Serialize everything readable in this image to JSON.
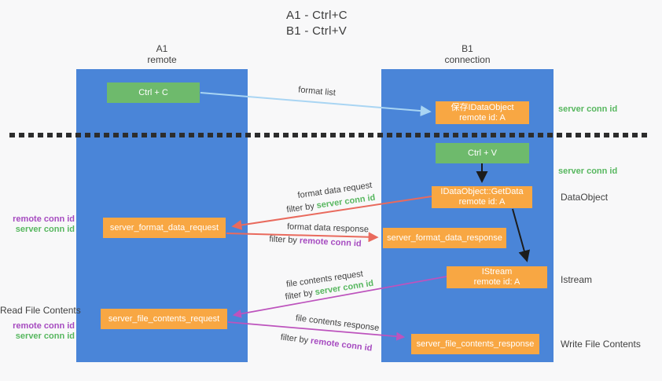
{
  "title": {
    "line1": "A1 - Ctrl+C",
    "line2": "B1 - Ctrl+V"
  },
  "lanes": {
    "left": {
      "name": "A1",
      "subtitle": "remote"
    },
    "right": {
      "name": "B1",
      "subtitle": "connection"
    }
  },
  "nodes": {
    "ctrl_c": {
      "label": "Ctrl + C"
    },
    "ctrl_v": {
      "label": "Ctrl + V"
    },
    "save_idataobject": {
      "line1": "保存IDataObject",
      "line2": "remote id: A"
    },
    "getdata": {
      "line1": "IDataObject::GetData",
      "line2": "remote id: A"
    },
    "istream": {
      "line1": "IStream",
      "line2": "remote id: A"
    },
    "format_request": {
      "label": "server_format_data_request"
    },
    "format_response": {
      "label": "server_format_data_response"
    },
    "file_request": {
      "label": "server_file_contents_request"
    },
    "file_response": {
      "label": "server_file_contents_response"
    }
  },
  "flow_labels": {
    "format_list": "format list",
    "format_data_request": {
      "line": "format data request",
      "filter_prefix": "filter by ",
      "filter_key": "server conn id"
    },
    "format_data_response": {
      "line": "format data response",
      "filter_prefix": "filter by ",
      "filter_key": "remote conn id"
    },
    "file_contents_request": {
      "line": "file contents request",
      "filter_prefix": "filter by ",
      "filter_key": "server conn id"
    },
    "file_contents_response": {
      "line": "file contents response",
      "filter_prefix": "filter by ",
      "filter_key": "remote conn id"
    }
  },
  "side_labels": {
    "left_top": {
      "remote_conn_id": "remote conn id",
      "server_conn_id": "server conn id"
    },
    "left_bottom": {
      "title": "Read File Contents",
      "remote_conn_id": "remote conn id",
      "server_conn_id": "server conn id"
    },
    "right": {
      "server_conn_id_1": "server conn id",
      "server_conn_id_2": "server conn id",
      "dataobject": "DataObject",
      "istream": "Istream",
      "write_file_contents": "Write File Contents"
    }
  },
  "colors": {
    "lane_blue": "#4a85d8",
    "box_green": "#6eba6c",
    "box_orange": "#f8a743",
    "arrow_red": "#e96a5d",
    "arrow_magenta": "#bd53bd",
    "arrow_lightblue": "#a9d5f3",
    "arrow_black": "#1c1c1c",
    "label_green": "#57b75f",
    "label_purple": "#a64bc0",
    "text_dark": "#404040",
    "background": "#f8f8f9"
  }
}
